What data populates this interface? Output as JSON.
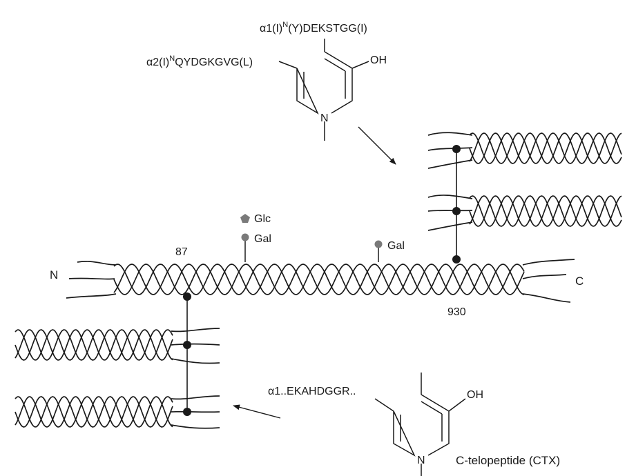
{
  "top_crosslink": {
    "alpha1_chain": "α1(I)",
    "alpha1_sup": "N",
    "alpha1_seq": "(Y)DEKSTGG(I)",
    "alpha2_chain": "α2(I)",
    "alpha2_sup": "N",
    "alpha2_seq": "QYDGKGVG(L)",
    "oh": "OH",
    "n": "N"
  },
  "bottom_crosslink": {
    "seq": "α1..EKAHDGGR..",
    "oh": "OH",
    "n": "N",
    "caption": "C-telopeptide (CTX)"
  },
  "main_helix": {
    "n_label": "N",
    "c_label": "C",
    "pos_start": "87",
    "pos_end": "930"
  },
  "sugars": {
    "glc": "Glc",
    "gal_1": "Gal",
    "gal_2": "Gal"
  },
  "colors": {
    "line": "#1a1a1a",
    "sugar": "#7a7a7a"
  }
}
